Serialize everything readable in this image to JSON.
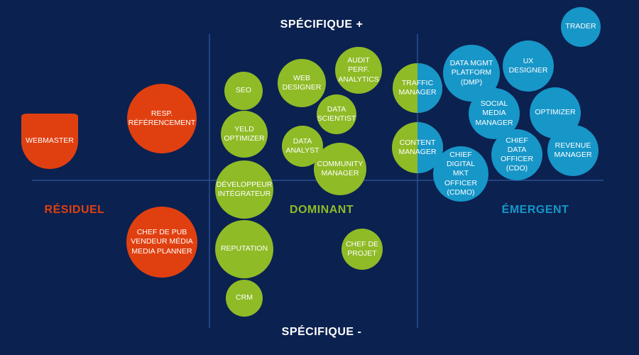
{
  "titles": {
    "top": "SPÉCIFIQUE +",
    "bottom": "SPÉCIFIQUE -"
  },
  "zones": {
    "residuel": "RÉSIDUEL",
    "dominant": "DOMINANT",
    "emergent": "ÉMERGENT"
  },
  "colors": {
    "background": "#0b2150",
    "residuel": "#e04010",
    "dominant": "#8fbb27",
    "emergent": "#1796c8",
    "axis": "#2a4f8f"
  },
  "bubbles": {
    "webmaster": "WEBMASTER",
    "resp_referencement": "RESP.\nRÉFÉRENCEMENT",
    "chef_de_pub": "CHEF DE PUB\nVENDEUR MÉDIA\nMEDIA PLANNER",
    "seo": "SEO",
    "yeld_optimizer": "YELD\nOPTIMIZER",
    "developpeur": "DÉVELOPPEUR\nINTÉGRATEUR",
    "reputation": "REPUTATION",
    "crm": "CRM",
    "web_designer": "WEB\nDESIGNER",
    "audit_perf": "AUDIT PERF.\nANALYTICS",
    "data_scientist": "DATA\nSCIENTIST",
    "data_analyst": "DATA\nANALYST",
    "community_manager": "COMMUNITY\nMANAGER",
    "chef_de_projet": "CHEF DE\nPROJET",
    "traffic_manager": "TRAFFIC\nMANAGER",
    "content_manager": "CONTENT\nMANAGER",
    "trader": "TRADER",
    "data_mgmt": "DATA MGMT\nPLATFORM\n(DMP)",
    "ux_designer": "UX\nDESIGNER",
    "social_media": "SOCIAL\nMEDIA\nMANAGER",
    "optimizer": "OPTIMIZER",
    "chief_data": "CHIEF\nDATA\nOFFICER\n(CDO)",
    "revenue_manager": "REVENUE\nMANAGER",
    "chief_digital": "CHIEF\nDIGITAL\nMKT OFFICER\n(CDMO)"
  }
}
